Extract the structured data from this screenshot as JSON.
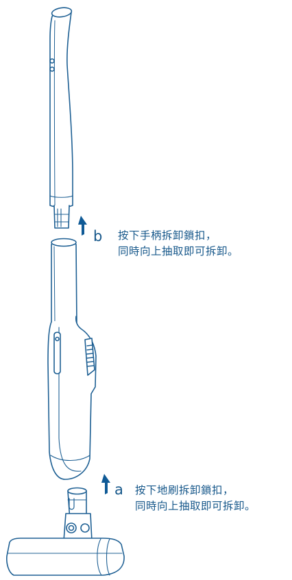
{
  "steps": {
    "b": {
      "letter": "b",
      "line1": "按下手柄拆卸鎖扣，",
      "line2": "同時向上抽取即可拆卸。"
    },
    "a": {
      "letter": "a",
      "line1": "按下地刷拆卸鎖扣，",
      "line2": "同時向上抽取即可拆卸。"
    }
  },
  "colors": {
    "stroke": "#1d5f93",
    "arrow": "#0f5a96",
    "text": "#16578a",
    "fill": "#ffffff"
  }
}
